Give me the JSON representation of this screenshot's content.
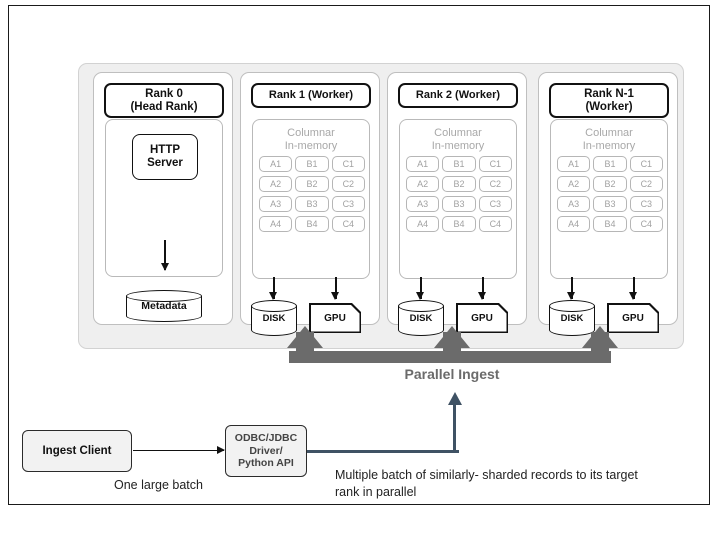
{
  "diagram": {
    "title": "Parallel Ingest Architecture",
    "accent_gray": "#6b6b6b",
    "accent_slate": "#3f5264",
    "panel_bg": "#efefef"
  },
  "cluster": {
    "ranks": [
      {
        "id": "rank-0",
        "title": "Rank 0\n(Head Rank)",
        "title_line1": "Rank 0",
        "title_line2": "(Head Rank)",
        "type": "head",
        "inner_label": "HTTP\nServer",
        "inner_line1": "HTTP",
        "inner_line2": "Server",
        "store_label": "Metadata"
      },
      {
        "id": "rank-1",
        "title": "Rank 1 (Worker)",
        "title_line1": "Rank 1 (Worker)",
        "title_line2": "",
        "type": "worker",
        "memory_line1": "Columnar",
        "memory_line2": "In-memory",
        "cells": [
          "A1",
          "B1",
          "C1",
          "A2",
          "B2",
          "C2",
          "A3",
          "B3",
          "C3",
          "A4",
          "B4",
          "C4"
        ],
        "disk_label": "DISK",
        "gpu_label": "GPU"
      },
      {
        "id": "rank-2",
        "title": "Rank 2 (Worker)",
        "title_line1": "Rank 2 (Worker)",
        "title_line2": "",
        "type": "worker",
        "memory_line1": "Columnar",
        "memory_line2": "In-memory",
        "cells": [
          "A1",
          "B1",
          "C1",
          "A2",
          "B2",
          "C2",
          "A3",
          "B3",
          "C3",
          "A4",
          "B4",
          "C4"
        ],
        "disk_label": "DISK",
        "gpu_label": "GPU"
      },
      {
        "id": "rank-n1",
        "title": "Rank N-1 (Worker)",
        "title_line1": "Rank N-1",
        "title_line2": "(Worker)",
        "type": "worker",
        "memory_line1": "Columnar",
        "memory_line2": "In-memory",
        "cells": [
          "A1",
          "B1",
          "C1",
          "A2",
          "B2",
          "C2",
          "A3",
          "B3",
          "C3",
          "A4",
          "B4",
          "C4"
        ],
        "disk_label": "DISK",
        "gpu_label": "GPU"
      }
    ]
  },
  "flow": {
    "parallel_ingest_label": "Parallel Ingest",
    "ingest_client_label": "Ingest Client",
    "driver_label": "ODBC/JDBC\nDriver/\nPython API",
    "driver_line1": "ODBC/JDBC",
    "driver_line2": "Driver/",
    "driver_line3": "Python API",
    "caption_one_batch": "One large batch",
    "caption_multi_line1": "Multiple batch of similarly- sharded records to its target",
    "caption_multi_line2": "rank in parallel"
  }
}
